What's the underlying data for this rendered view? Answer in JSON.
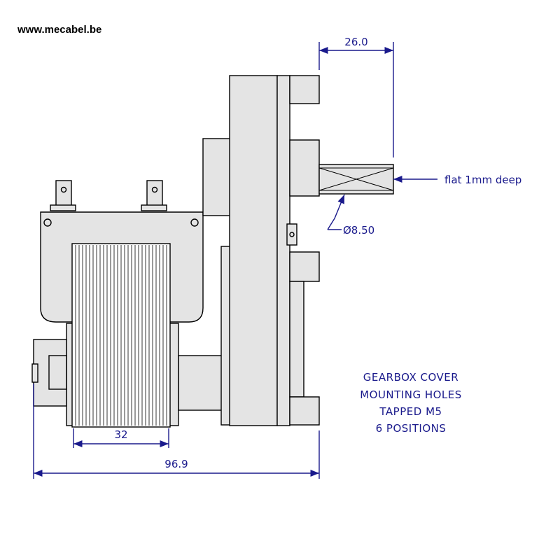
{
  "website": "www.mecabel.be",
  "dimensions": {
    "shaft_length": "26.0",
    "flat_note": "flat 1mm deep",
    "shaft_diameter": "Ø8.50",
    "width_32": "32",
    "overall_width": "96.9"
  },
  "notes": {
    "line1": "GEARBOX COVER",
    "line2": "MOUNTING HOLES",
    "line3": "TAPPED M5",
    "line4": "6 POSITIONS"
  },
  "colors": {
    "dimension": "#1a1a8c",
    "body_fill": "#e4e4e4",
    "outline": "#000000"
  }
}
